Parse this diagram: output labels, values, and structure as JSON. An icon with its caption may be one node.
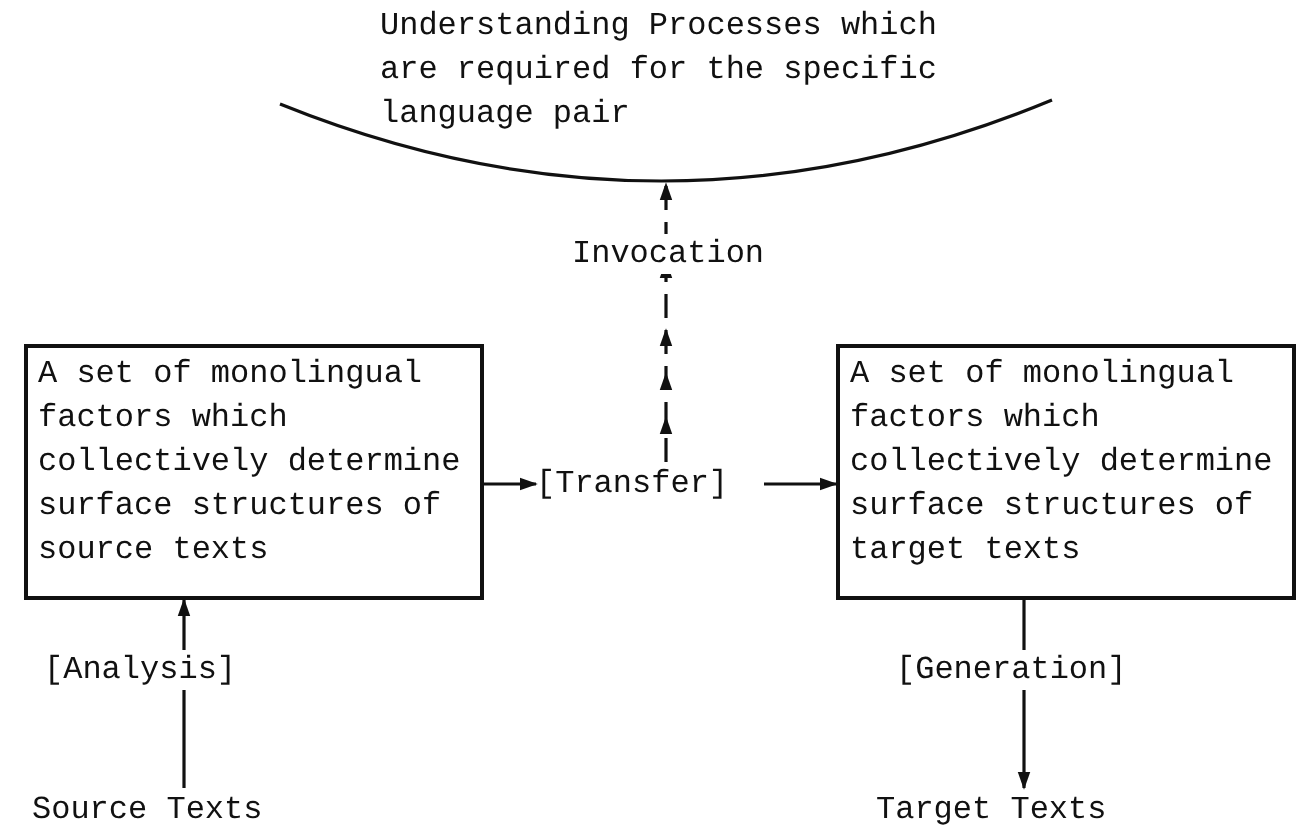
{
  "diagram": {
    "nodes": [
      {
        "text": [
          "Understanding Processes which are required for the specific language pair"
        ]
      },
      {
        "text": [
          "A set of monolingual factors which collectively determine surface structures of source texts"
        ]
      },
      {
        "text": [
          "[Transfer]"
        ]
      },
      {
        "text": [
          "A set of monolingual factors which collectively determine surface structures of target texts"
        ]
      },
      {
        "text": [
          "Source Texts"
        ]
      },
      {
        "text": [
          "Target Texts"
        ]
      }
    ],
    "edges": [
      {
        "from": 4,
        "to": 1,
        "arrow": "to",
        "label": "[Analysis]"
      },
      {
        "from": 1,
        "to": 2,
        "arrow": "to"
      },
      {
        "from": 2,
        "to": 3,
        "arrow": "to"
      },
      {
        "from": 3,
        "to": 5,
        "arrow": "to",
        "label": "[Generation]"
      },
      {
        "from": 2,
        "to": 0,
        "arrow": "to",
        "label": "Invocation",
        "style": "dashed"
      }
    ]
  }
}
